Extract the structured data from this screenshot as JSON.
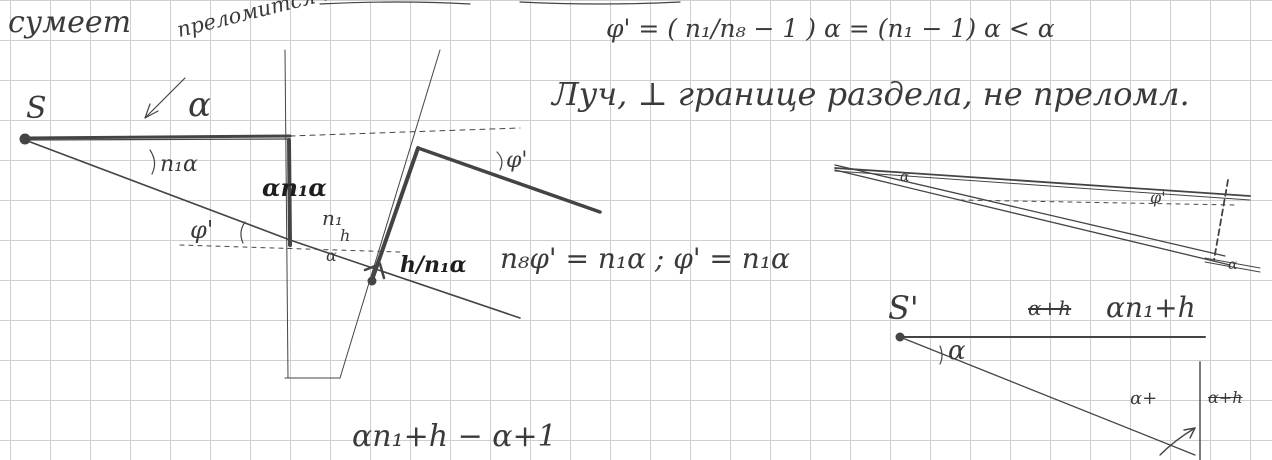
{
  "page": {
    "background": "#ffffff",
    "grid_color": "#cfcfcf",
    "ink_color": "#3a3a3a",
    "ink_dark": "#1e1e1e"
  },
  "header": {
    "word_left": "сумeem",
    "phrase": "преломится на угол, равный",
    "formula": "φ' = ( n₁/n₈ − 1 ) α  = (n₁ − 1) α  < α"
  },
  "notes": {
    "ray_note": "Луч, ⊥ границе раздела, не преломл.",
    "refraction_eq": "n₈φ' = n₁α ; φ' = n₁α"
  },
  "left_figure": {
    "source_label": "S",
    "alpha_label": "α",
    "n1alpha_label": "n₁α",
    "phi_label": "φ'",
    "a_n1_alpha_label": "αn₁α",
    "n1_label": "n₁",
    "h_label": "h",
    "alpha_small_label": "α",
    "h_n1_alpha_label": "h/n₁α",
    "phi_right_label": "φ'"
  },
  "right_figure": {
    "alpha_label": "α",
    "phi_label": "φ'",
    "alpha_end_label": "α"
  },
  "bottom_right_figure": {
    "source_label": "S'",
    "crossed_label": "α+h",
    "an1h_label": "αn₁+h",
    "alpha_label": "α",
    "aplus_label": "α+",
    "crossed_right_label": "α+h"
  },
  "bottom_formula": "αn₁+h − α+1"
}
